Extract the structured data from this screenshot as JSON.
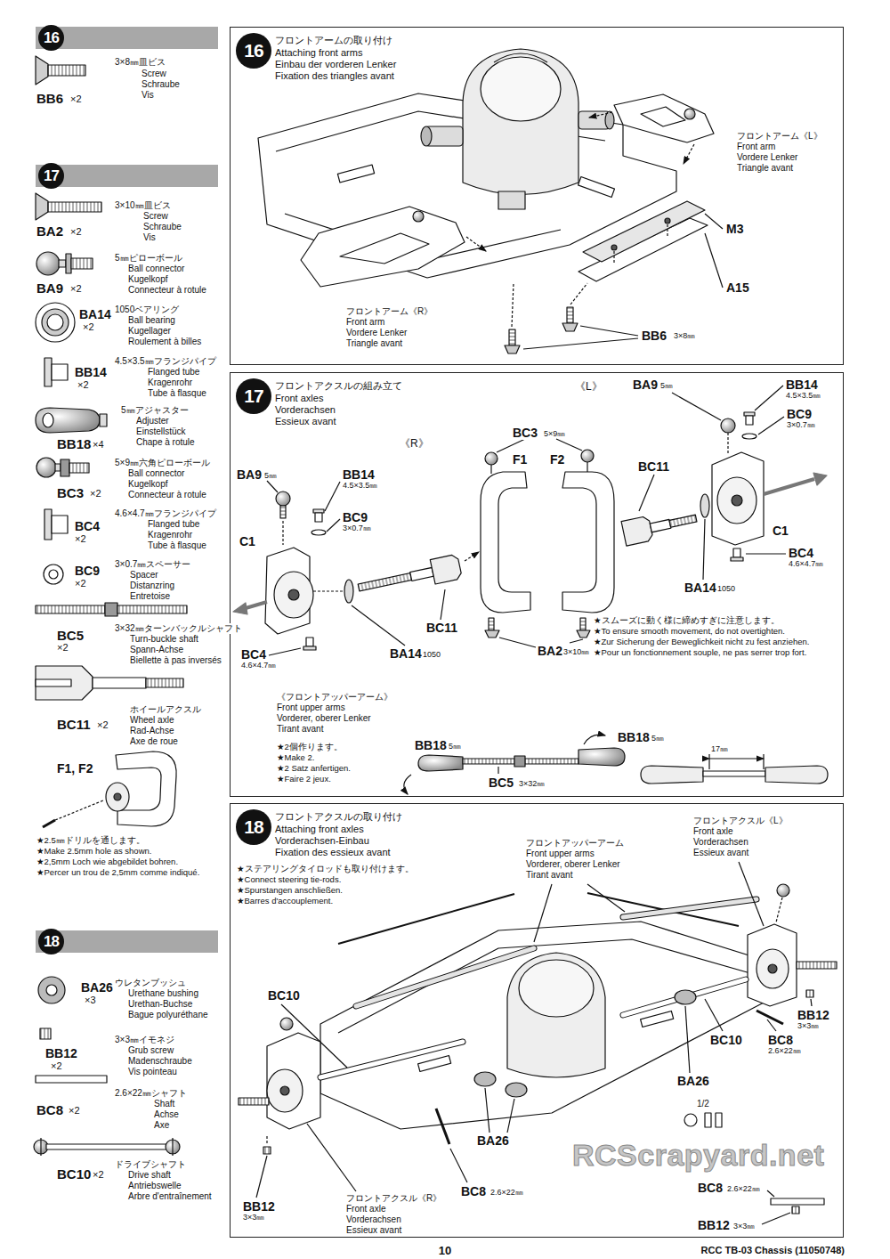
{
  "diagram": {
    "nodes": [
      {
        "text": [
          "16"
        ]
      },
      {
        "text": [
          "フロントアームの取り付け",
          "Attaching front arms",
          "Einbau der vorderen Lenker",
          "Fixation des triangles avant"
        ]
      },
      {
        "text": [
          "16"
        ],
        "in": 1
      },
      {
        "text": [
          "17"
        ]
      },
      {
        "text": [
          "フロントアクスルの組み立て",
          "Front axles",
          "Vorderachsen",
          "Essieux avant"
        ]
      },
      {
        "text": [
          "17"
        ],
        "in": 4
      },
      {
        "text": [
          "18"
        ]
      },
      {
        "text": [
          "フロントアクスルの取り付け",
          "Attaching front axles",
          "Vorderachsen-Einbau",
          "Fixation des essieux avant"
        ]
      },
      {
        "text": [
          "18"
        ],
        "in": 7
      }
    ],
    "labels": [
      "BB6",
      "×2",
      "3×8㎜皿ビス",
      "Screw",
      "Schraube",
      "Vis",
      "BA2",
      "×2",
      "3×10㎜皿ビス",
      "Screw",
      "Schraube",
      "Vis",
      "BA9",
      "×2",
      "5㎜ピローボール",
      "Ball connector",
      "Kugelkopf",
      "Connecteur à rotule",
      "BA14",
      "×2",
      "1050ベアリング",
      "Ball bearing",
      "Kugellager",
      "Roulement à billes",
      "BB14",
      "×2",
      "4.5×3.5㎜フランジパイプ",
      "Flanged tube",
      "Kragenrohr",
      "Tube à flasque",
      "BB18",
      "×4",
      "5㎜アジャスター",
      "Adjuster",
      "Einstellstück",
      "Chape à rotule",
      "BC3",
      "×2",
      "5×9㎜六角ピローボール",
      "Ball connector",
      "Kugelkopf",
      "Connecteur à rotule",
      "BC4",
      "×2",
      "4.6×4.7㎜フランジパイプ",
      "Flanged tube",
      "Kragenrohr",
      "Tube à flasque",
      "BC9",
      "×2",
      "3×0.7㎜スペーサー",
      "Spacer",
      "Distanzring",
      "Entretoise",
      "BC5",
      "×2",
      "3×32㎜ターンバックルシャフト",
      "Turn-buckle shaft",
      "Spann-Achse",
      "Biellette à pas inversés",
      "BC11",
      "×2",
      "ホイールアクスル",
      "Wheel axle",
      "Rad-Achse",
      "Axe de roue",
      "F1, F2",
      "★2.5㎜ドリルを通します。",
      "★Make 2.5mm hole as shown.",
      "★2,5mm Loch wie abgebildet bohren.",
      "★Percer un trou de 2,5mm comme indiqué.",
      "BA26",
      "×3",
      "ウレタンブッシュ",
      "Urethane bushing",
      "Urethan-Buchse",
      "Bague polyuréthane",
      "BB12",
      "×2",
      "3×3㎜イモネジ",
      "Grub screw",
      "Madenschraube",
      "Vis pointeau",
      "BC8",
      "×2",
      "2.6×22㎜シャフト",
      "Shaft",
      "Achse",
      "Axe",
      "BC10",
      "×2",
      "ドライブシャフト",
      "Drive shaft",
      "Antriebswelle",
      "Arbre d'entraînement",
      "フロントアーム《L》",
      "Front arm",
      "Vordere Lenker",
      "Triangle avant",
      "M3",
      "A15",
      "フロントアーム《R》",
      "Front arm",
      "Vordere Lenker",
      "Triangle avant",
      "BB6",
      "3×8㎜",
      "《R》",
      "《L》",
      "BA9",
      "5㎜",
      "BB14",
      "4.5×3.5㎜",
      "BC3",
      "5×9㎜",
      "BC9",
      "3×0.7㎜",
      "F1",
      "F2",
      "BC11",
      "C1",
      "BC4",
      "4.6×4.7㎜",
      "BA14",
      "1050",
      "BA9",
      "5㎜",
      "BB14",
      "4.5×3.5㎜",
      "BC9",
      "3×0.7㎜",
      "C1",
      "BC11",
      "BC4",
      "4.6×4.7㎜",
      "BA14",
      "1050",
      "BA2",
      "3×10㎜",
      "★スムーズに動く様に締めすぎに注意します。",
      "★To ensure smooth movement, do not overtighten.",
      "★Zur Sicherung der Beweglichkeit nicht zu fest anziehen.",
      "★Pour un fonctionnement souple, ne pas serrer trop fort.",
      "《フロントアッパーアーム》",
      "Front upper arms",
      "Vorderer, oberer Lenker",
      "Tirant avant",
      "★2個作ります。",
      "★Make 2.",
      "★2 Satz anfertigen.",
      "★Faire 2 jeux.",
      "BB18",
      "5㎜",
      "BB18",
      "5㎜",
      "BC5",
      "3×32㎜",
      "17㎜",
      "★ステアリングタイロッドも取り付けます。",
      "★Connect steering tie-rods.",
      "★Spurstangen anschließen.",
      "★Barres d'accouplement.",
      "フロントアッパーアーム",
      "Front upper arms",
      "Vorderer, oberer Lenker",
      "Tirant avant",
      "フロントアクスル《L》",
      "Front axle",
      "Vorderachsen",
      "Essieux avant",
      "BB12",
      "3×3㎜",
      "BC10",
      "BC10",
      "BC8",
      "2.6×22㎜",
      "BA26",
      "BA26",
      "1/2",
      "フロントアクスル《R》",
      "Front axle",
      "Vorderachsen",
      "Essieux avant",
      "BB12",
      "3×3㎜",
      "BC8",
      "2.6×22㎜",
      "BC8",
      "2.6×22㎜",
      "BB12",
      "3×3㎜",
      "10",
      "RCC TB-03 Chassis (11050748)",
      "RCScrapyard.net"
    ]
  }
}
